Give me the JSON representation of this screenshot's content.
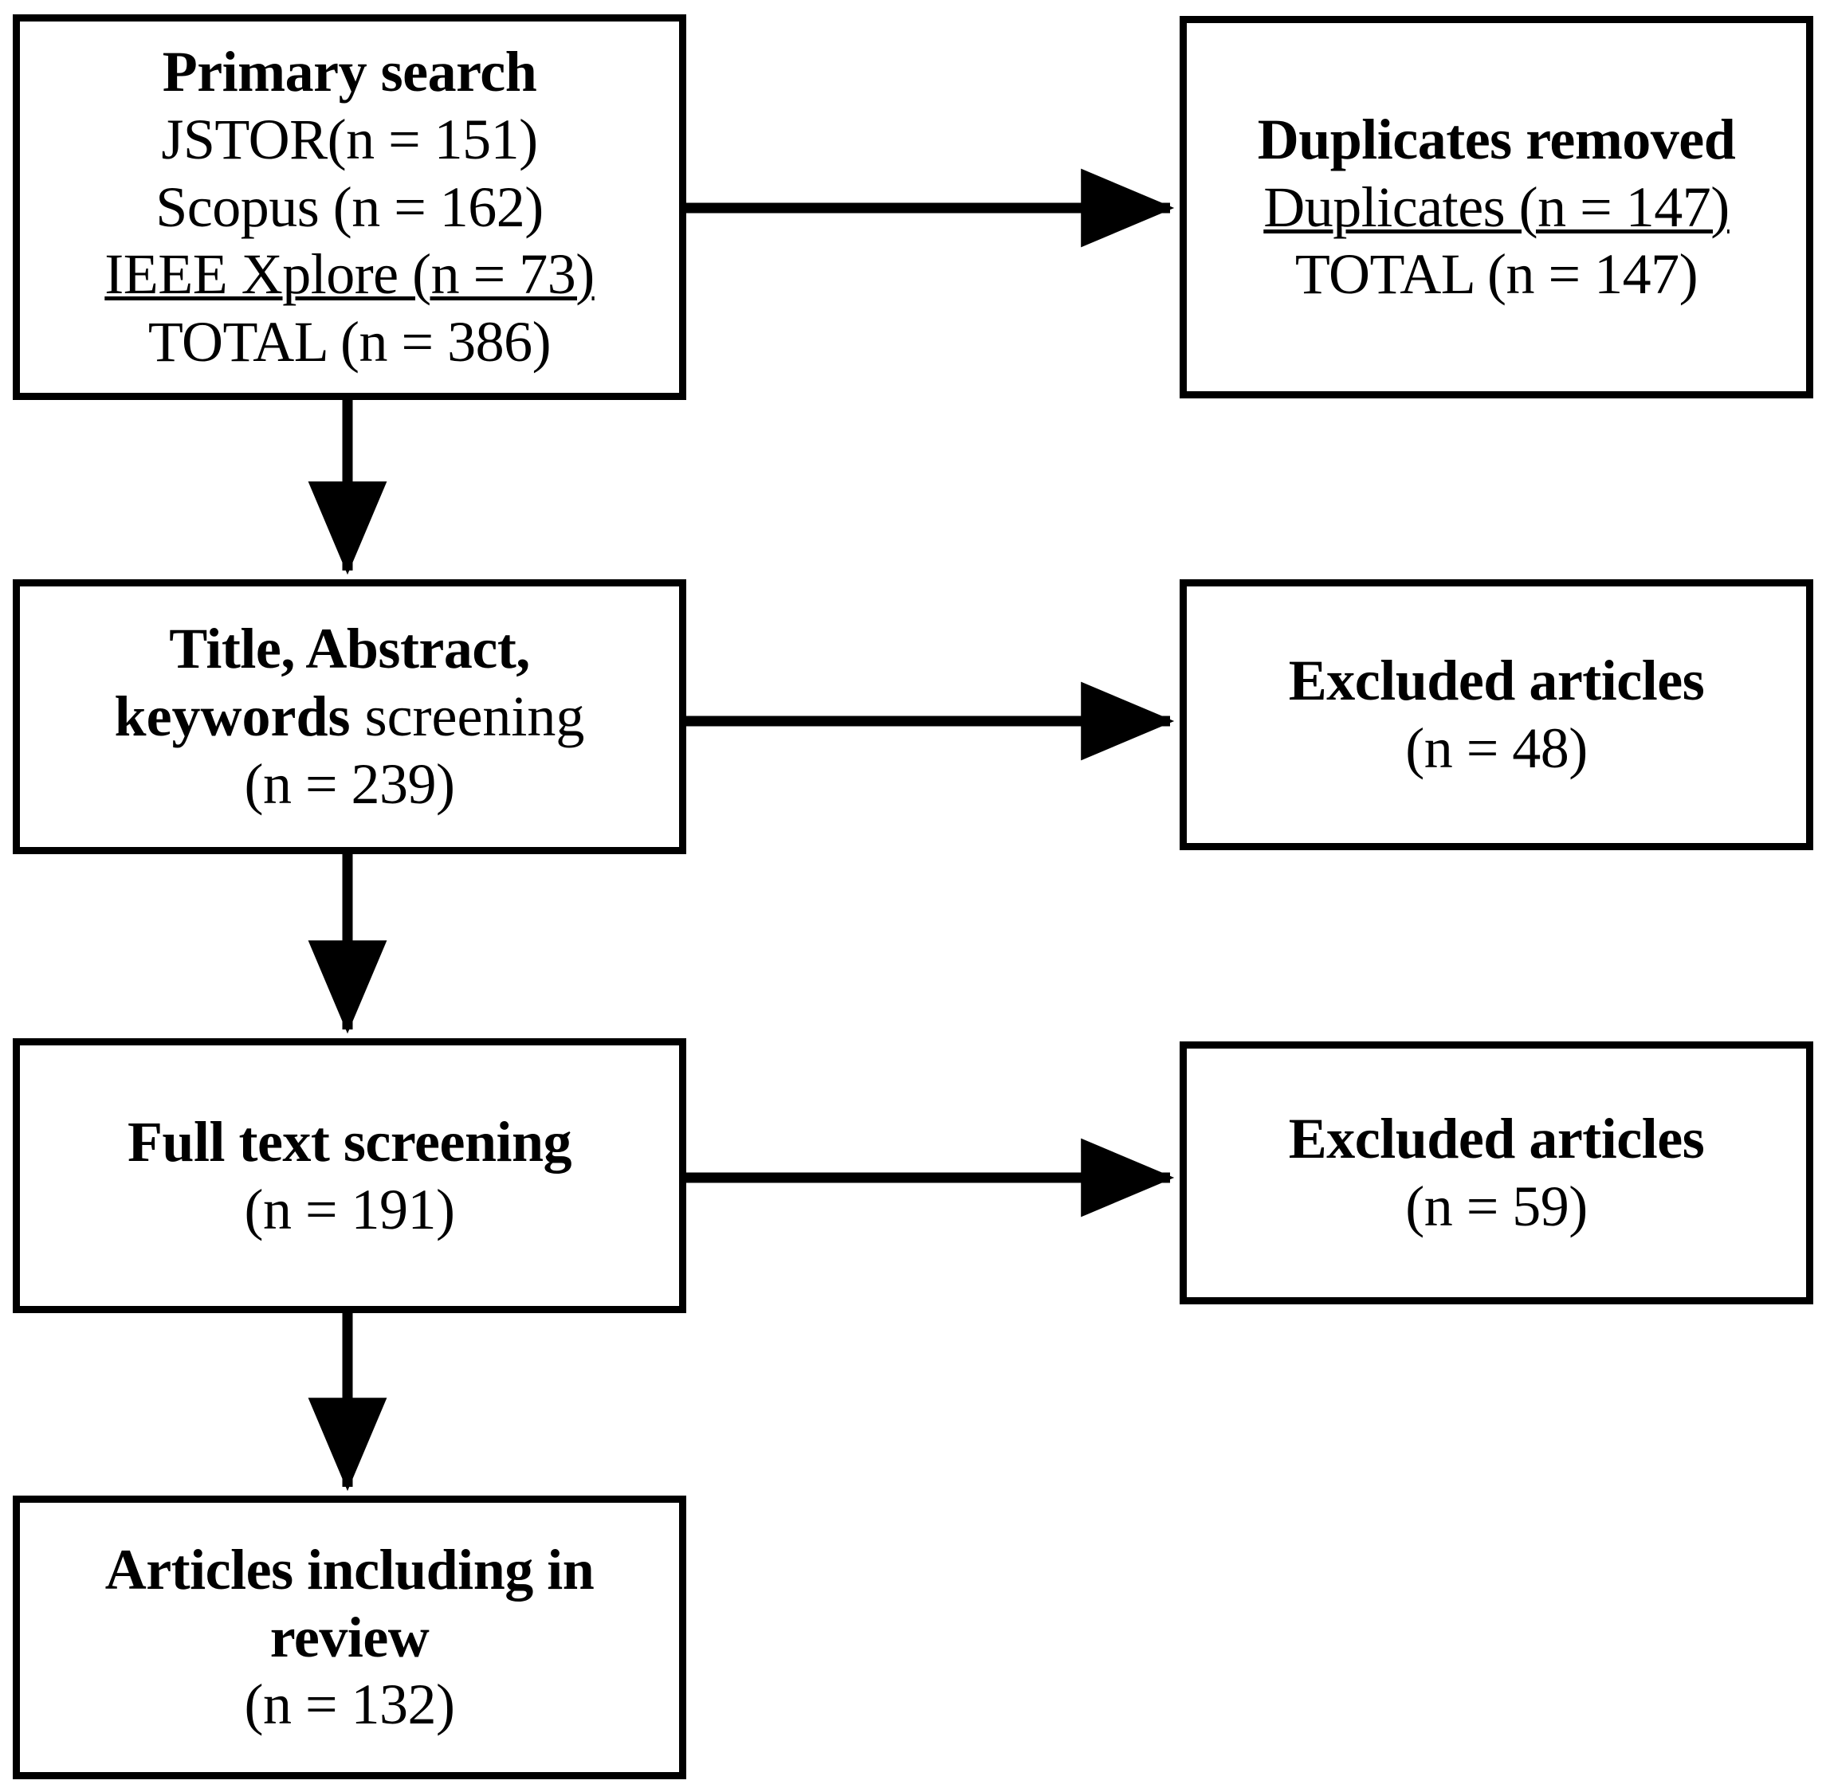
{
  "diagram": {
    "title": "PRISMA study selection flow diagram",
    "type": "flowchart",
    "colors": {
      "stroke": "#000000",
      "background": "#ffffff",
      "text": "#000000"
    },
    "boxes": {
      "primary_search": {
        "heading": "Primary search",
        "lines": [
          "JSTOR(n = 151)",
          "Scopus (n = 162)",
          "IEEE Xplore (n = 73)",
          "TOTAL (n = 386)"
        ],
        "underlined_line": "IEEE Xplore (n = 73)",
        "total": 386
      },
      "duplicates_removed": {
        "heading": "Duplicates removed",
        "lines": [
          "Duplicates (n = 147)",
          "TOTAL (n = 147)"
        ],
        "underlined_line": "Duplicates (n = 147)",
        "total": 147
      },
      "title_abstract_screening": {
        "heading_bold": "Title, Abstract,",
        "heading_bold_2": "keywords",
        "heading_plain": " screening",
        "count": "(n = 239)"
      },
      "excluded_after_title_screening": {
        "heading": "Excluded articles",
        "count": "(n = 48)"
      },
      "full_text_screening": {
        "heading": "Full text screening",
        "count": "(n = 191)"
      },
      "excluded_after_full_text": {
        "heading": "Excluded articles",
        "count": "(n = 59)"
      },
      "articles_included": {
        "heading_line_1": "Articles including in",
        "heading_line_2": "review",
        "count": "(n = 132)"
      }
    },
    "connectors": [
      {
        "name": "primary-search-to-duplicates",
        "direction": "right"
      },
      {
        "name": "primary-search-to-title-screening",
        "direction": "down"
      },
      {
        "name": "title-screening-to-excluded-48",
        "direction": "right"
      },
      {
        "name": "title-screening-to-full-text",
        "direction": "down"
      },
      {
        "name": "full-text-to-excluded-59",
        "direction": "right"
      },
      {
        "name": "full-text-to-included",
        "direction": "down"
      }
    ]
  },
  "chart_data": {
    "type": "flow",
    "title": "PRISMA study selection flow",
    "nodes": [
      {
        "id": "primary_search",
        "label": "Primary search",
        "value": 386,
        "details": [
          {
            "source": "JSTOR",
            "n": 151
          },
          {
            "source": "Scopus",
            "n": 162
          },
          {
            "source": "IEEE Xplore",
            "n": 73
          },
          {
            "source": "TOTAL",
            "n": 386
          }
        ]
      },
      {
        "id": "duplicates_removed",
        "label": "Duplicates removed",
        "value": 147,
        "details": [
          {
            "source": "Duplicates",
            "n": 147
          },
          {
            "source": "TOTAL",
            "n": 147
          }
        ]
      },
      {
        "id": "title_abstract_keywords_screening",
        "label": "Title, Abstract, keywords screening",
        "value": 239
      },
      {
        "id": "excluded_articles_1",
        "label": "Excluded articles",
        "value": 48
      },
      {
        "id": "full_text_screening",
        "label": "Full text screening",
        "value": 191
      },
      {
        "id": "excluded_articles_2",
        "label": "Excluded articles",
        "value": 59
      },
      {
        "id": "articles_including_in_review",
        "label": "Articles including in review",
        "value": 132
      }
    ],
    "edges": [
      {
        "from": "primary_search",
        "to": "duplicates_removed"
      },
      {
        "from": "primary_search",
        "to": "title_abstract_keywords_screening"
      },
      {
        "from": "title_abstract_keywords_screening",
        "to": "excluded_articles_1"
      },
      {
        "from": "title_abstract_keywords_screening",
        "to": "full_text_screening"
      },
      {
        "from": "full_text_screening",
        "to": "excluded_articles_2"
      },
      {
        "from": "full_text_screening",
        "to": "articles_including_in_review"
      }
    ]
  }
}
